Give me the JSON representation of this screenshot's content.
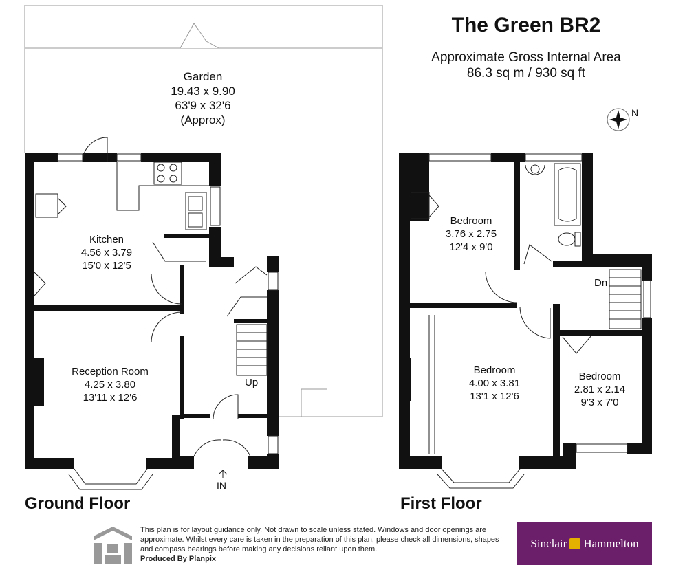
{
  "header": {
    "title": "The Green BR2",
    "subtitle_line1": "Approximate Gross Internal Area",
    "subtitle_line2": "86.3 sq m / 930 sq ft",
    "compass_label": "N"
  },
  "ground_floor": {
    "title": "Ground Floor",
    "garden": {
      "name": "Garden",
      "metric": "19.43 x 9.90",
      "imperial": "63'9 x 32'6",
      "note": "(Approx)"
    },
    "kitchen": {
      "name": "Kitchen",
      "metric": "4.56 x 3.79",
      "imperial": "15'0 x 12'5"
    },
    "reception": {
      "name": "Reception Room",
      "metric": "4.25 x 3.80",
      "imperial": "13'11 x 12'6"
    },
    "stairs_label": "Up",
    "entrance_label": "IN"
  },
  "first_floor": {
    "title": "First Floor",
    "bedroom1": {
      "name": "Bedroom",
      "metric": "3.76 x 2.75",
      "imperial": "12'4 x 9'0"
    },
    "bedroom2": {
      "name": "Bedroom",
      "metric": "4.00 x 3.81",
      "imperial": "13'1 x 12'6"
    },
    "bedroom3": {
      "name": "Bedroom",
      "metric": "2.81 x 2.14",
      "imperial": "9'3 x 7'0"
    },
    "stairs_label": "Dn"
  },
  "footer": {
    "disclaimer": "This plan is for layout guidance only. Not drawn to scale unless stated. Windows and door openings are approximate. Whilst every care is taken in the preparation of this plan, please check all dimensions, shapes and compass bearings before making any decisions reliant upon them.",
    "produced_by": "Produced By Planpix",
    "brand_left": "Sinclair",
    "brand_right": "Hammelton",
    "brand_color": "#6b1f6b",
    "logo_icon": "planpix-logo-icon"
  }
}
